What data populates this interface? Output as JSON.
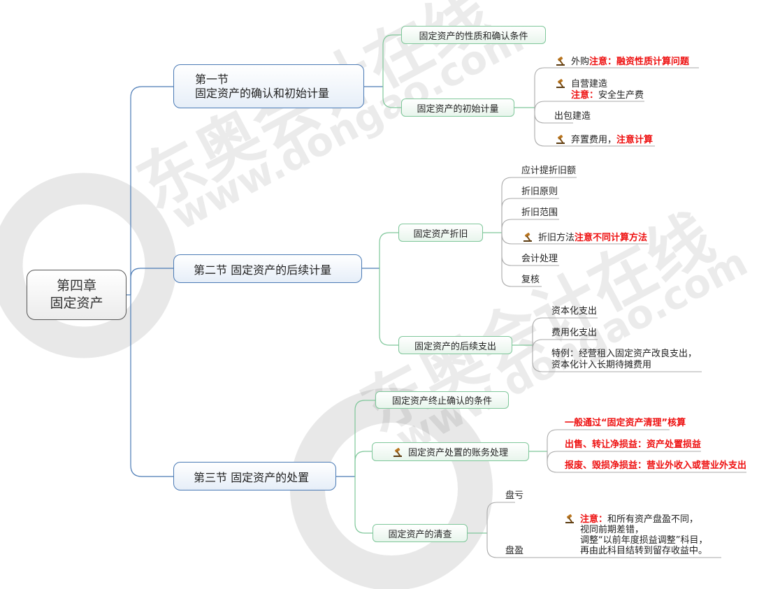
{
  "root": {
    "line1": "第四章",
    "line2": "固定资产"
  },
  "sections": [
    {
      "line1": "第一节",
      "line2": "固定资产的确认和初始计量",
      "children": [
        {
          "label": "固定资产的性质和确认条件"
        },
        {
          "label": "固定资产的初始计量",
          "leaves": [
            {
              "icon": "gavel-icon",
              "text": "外购",
              "red": "注意：融资性质计算问题"
            },
            {
              "icon": "gavel-icon",
              "text": "自营建造",
              "red2": "注意：",
              "text2": "安全生产费"
            },
            {
              "text": "出包建造"
            },
            {
              "icon": "gavel-icon",
              "text": "弃置费用，",
              "red": "注意计算"
            }
          ]
        }
      ]
    },
    {
      "label": "第二节 固定资产的后续计量",
      "children": [
        {
          "label": "固定资产折旧",
          "leaves": [
            {
              "text": "应计提折旧额"
            },
            {
              "text": "折旧原则"
            },
            {
              "text": "折旧范围"
            },
            {
              "icon": "gavel-icon",
              "text": "折旧方法",
              "red": "注意不同计算方法"
            },
            {
              "text": "会计处理"
            },
            {
              "text": "复核"
            }
          ]
        },
        {
          "label": "固定资产的后续支出",
          "leaves": [
            {
              "text": "资本化支出"
            },
            {
              "text": "费用化支出"
            },
            {
              "text": "特例：经营租入固定资产改良支出，",
              "text2": "资本化计入长期待摊费用"
            }
          ]
        }
      ]
    },
    {
      "label": "第三节 固定资产的处置",
      "children": [
        {
          "label": "固定资产终止确认的条件"
        },
        {
          "label": "固定资产处置的账务处理",
          "icon": "gavel-icon",
          "leaves": [
            {
              "red": "一般通过“固定资产清理”核算"
            },
            {
              "red": "出售、转让净损益：资产处置损益"
            },
            {
              "red": "报废、毁损净损益：营业外收入或营业外支出"
            }
          ]
        },
        {
          "label": "固定资产的清查",
          "leaves": [
            {
              "text": "盘亏"
            },
            {
              "text": "盘盈"
            }
          ],
          "note": {
            "icon": "gavel-icon",
            "red": "注意：",
            "line1": "和所有资产盘盈不同，",
            "line2": "视同前期差错，",
            "line3": "调整“以前年度损益调整”科目，",
            "line4": "再由此科目结转到留存收益中。"
          }
        }
      ]
    }
  ],
  "watermark": {
    "cn": "东奥会计在线",
    "url": "www.dongao.com"
  },
  "colors": {
    "section_border": "#4a7ab5",
    "sub_border": "#7fc79a",
    "leaf_line": "#999999",
    "emphasis_red": "#ee1111",
    "trunk_blue": "#4a7ab5",
    "trunk_green": "#7fc79a"
  }
}
